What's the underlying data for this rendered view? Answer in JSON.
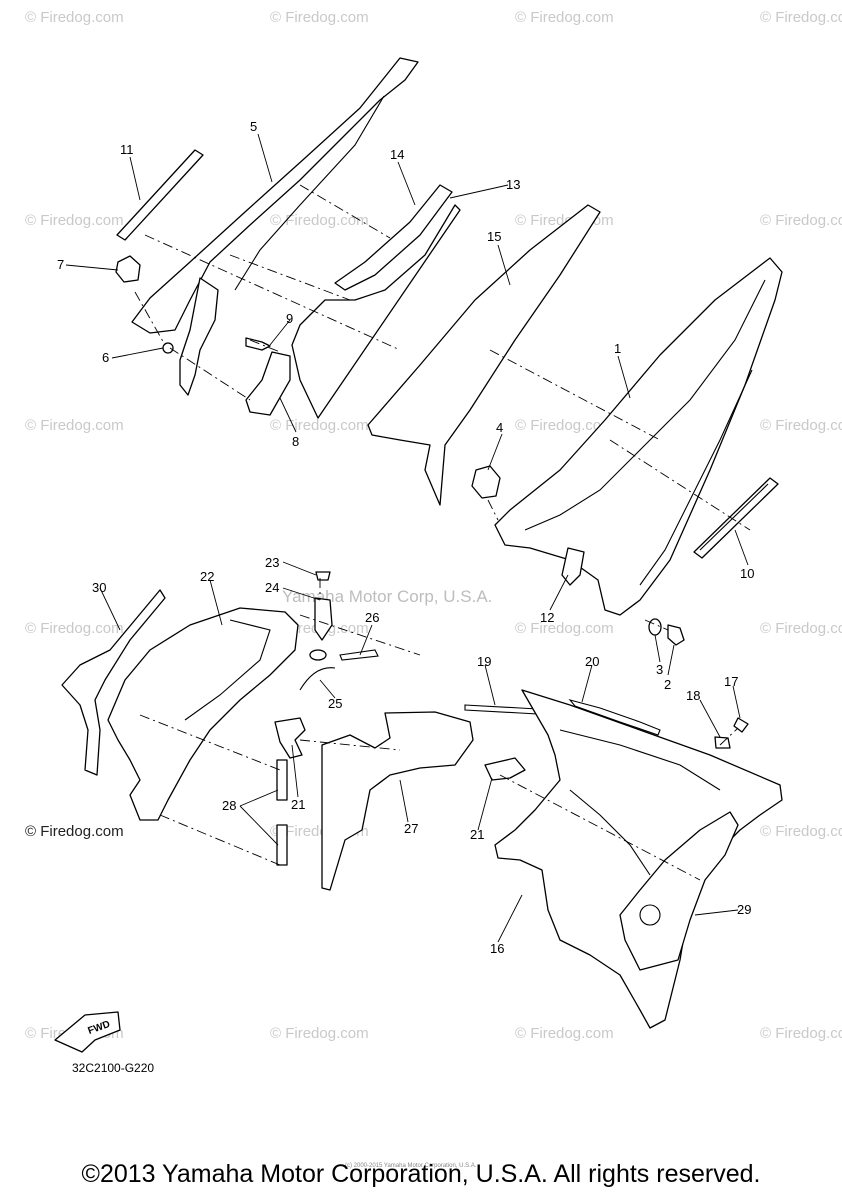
{
  "watermark_text": "© Firedog.com",
  "corp_watermark": "Yamaha Motor Corp, U.S.A.",
  "diagram_code": "32C2100-G220",
  "fwd_label": "FWD",
  "footer": "©2013 Yamaha Motor Corporation, U.S.A. All rights reserved.",
  "fine_print": "(c) 2000-2015 Yamaha Motor Corporation, U.S.A.",
  "callouts": {
    "c1": "1",
    "c2": "2",
    "c3": "3",
    "c4": "4",
    "c5": "5",
    "c6": "6",
    "c7": "7",
    "c8": "8",
    "c9": "9",
    "c10": "10",
    "c11": "11",
    "c12": "12",
    "c13": "13",
    "c14": "14",
    "c15": "15",
    "c16": "16",
    "c17": "17",
    "c18": "18",
    "c19": "19",
    "c20": "20",
    "c21a": "21",
    "c21b": "21",
    "c22": "22",
    "c23": "23",
    "c24": "24",
    "c25": "25",
    "c26": "26",
    "c27": "27",
    "c28": "28",
    "c29": "29",
    "c30": "30"
  }
}
